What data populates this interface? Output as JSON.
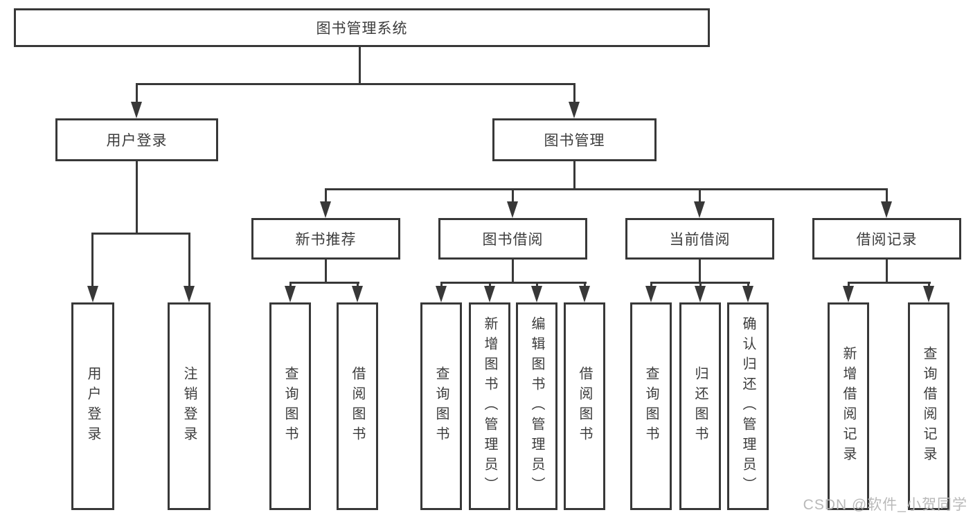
{
  "diagram": {
    "type": "hierarchy-tree",
    "structure": {
      "root": "图书管理系统",
      "children": [
        {
          "label": "用户登录",
          "children": [
            "用户登录",
            "注销登录"
          ]
        },
        {
          "label": "图书管理",
          "children": [
            {
              "label": "新书推荐",
              "children": [
                "查询图书",
                "借阅图书"
              ]
            },
            {
              "label": "图书借阅",
              "children": [
                "查询图书",
                "新增图书（管理员）",
                "编辑图书（管理员）",
                "借阅图书"
              ]
            },
            {
              "label": "当前借阅",
              "children": [
                "查询图书",
                "归还图书",
                "确认归还（管理员）"
              ]
            },
            {
              "label": "借阅记录",
              "children": [
                "新增借阅记录",
                "查询借阅记录"
              ]
            }
          ]
        }
      ]
    },
    "colors": {
      "line": "#383838",
      "text": "#3c3c3c",
      "background": "#ffffff"
    }
  },
  "watermark": {
    "text": "CSDN @软件_小贺同学",
    "color": "#b9b9b9"
  }
}
